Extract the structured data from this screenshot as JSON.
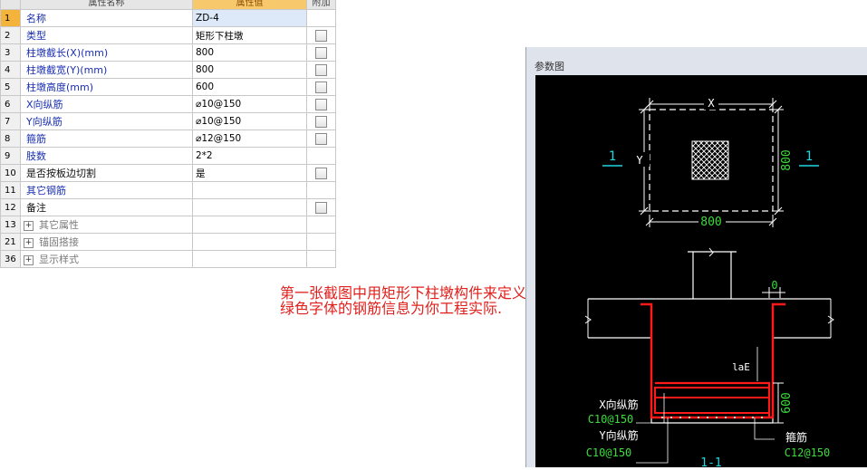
{
  "grid": {
    "header": {
      "name": "属性名称",
      "value": "属性值",
      "extra": "附加"
    },
    "rows": [
      {
        "num": "1",
        "name": "名称",
        "value": "ZD-4",
        "check": false,
        "color": "blue",
        "selected": true
      },
      {
        "num": "2",
        "name": "类型",
        "value": "矩形下柱墩",
        "check": true,
        "color": "blue"
      },
      {
        "num": "3",
        "name": "柱墩截长(X)(mm)",
        "value": "800",
        "check": true,
        "color": "blue"
      },
      {
        "num": "4",
        "name": "柱墩截宽(Y)(mm)",
        "value": "800",
        "check": true,
        "color": "blue"
      },
      {
        "num": "5",
        "name": "柱墩高度(mm)",
        "value": "600",
        "check": true,
        "color": "blue"
      },
      {
        "num": "6",
        "name": "X向纵筋",
        "value": "⌀10@150",
        "check": true,
        "color": "blue"
      },
      {
        "num": "7",
        "name": "Y向纵筋",
        "value": "⌀10@150",
        "check": true,
        "color": "blue"
      },
      {
        "num": "8",
        "name": "箍筋",
        "value": "⌀12@150",
        "check": true,
        "color": "blue"
      },
      {
        "num": "9",
        "name": "肢数",
        "value": "2*2",
        "check": false,
        "color": "blue"
      },
      {
        "num": "10",
        "name": "是否按板边切割",
        "value": "是",
        "check": true,
        "color": "black"
      },
      {
        "num": "11",
        "name": "其它钢筋",
        "value": "",
        "check": false,
        "color": "blue"
      },
      {
        "num": "12",
        "name": "备注",
        "value": "",
        "check": true,
        "color": "black"
      },
      {
        "num": "13",
        "name": "其它属性",
        "value": "",
        "check": false,
        "color": "gray",
        "expand": true
      },
      {
        "num": "21",
        "name": "锚固搭接",
        "value": "",
        "check": false,
        "color": "gray",
        "expand": true
      },
      {
        "num": "36",
        "name": "显示样式",
        "value": "",
        "check": false,
        "color": "gray",
        "expand": true
      }
    ]
  },
  "annotation": {
    "line1": "第一张截图中用矩形下柱墩构件来定义,在其中修改",
    "line2": "绿色字体的钢筋信息为你工程实际."
  },
  "param_window": {
    "title": "参数图",
    "plan": {
      "x_label": "X",
      "y_label": "Y",
      "width_dim": "800",
      "height_dim": "800",
      "section_mark_left": "1",
      "section_mark_right": "1"
    },
    "section": {
      "top_dim": "0",
      "anchor_label": "laE",
      "height_dim": "600",
      "x_bar_label": "X向纵筋",
      "x_bar_value": "C10@150",
      "y_bar_label": "Y向纵筋",
      "y_bar_value": "C10@150",
      "stirrup_label": "箍筋",
      "stirrup_value": "C12@150",
      "section_title": "1-1"
    }
  },
  "colors": {
    "cad_white": "#ffffff",
    "cad_green": "#3cdc3c",
    "cad_cyan": "#22d6e0",
    "cad_red": "#ff1a1a",
    "annotation_red": "#e0201c"
  }
}
